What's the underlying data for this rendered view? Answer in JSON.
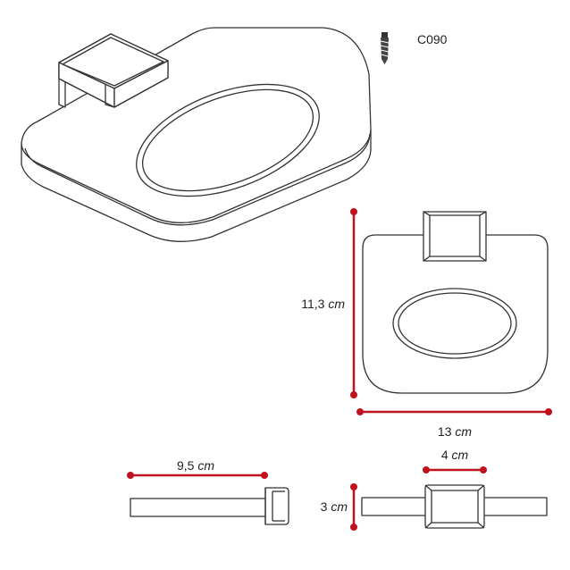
{
  "product": {
    "code": "C090"
  },
  "icons": {
    "wall_plug": "wall-plug-screw-icon"
  },
  "colors": {
    "dimension_line": "#c0121e",
    "outline": "#333333",
    "background": "#ffffff"
  },
  "dimensions": {
    "height": {
      "value": "11,3",
      "unit": "cm"
    },
    "width": {
      "value": "13",
      "unit": "cm"
    },
    "depth": {
      "value": "9,5",
      "unit": "cm"
    },
    "bracket_width": {
      "value": "4",
      "unit": "cm"
    },
    "bracket_height": {
      "value": "3",
      "unit": "cm"
    }
  }
}
